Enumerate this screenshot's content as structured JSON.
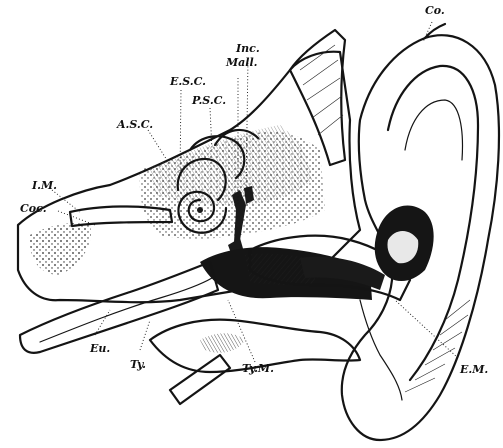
{
  "labels": {
    "co": "Co.",
    "inc": "Inc.",
    "mall": "Mall.",
    "esc": "E.S.C.",
    "psc": "P.S.C.",
    "asc": "A.S.C.",
    "im": "I.M.",
    "coc": "Coc.",
    "eu": "Eu.",
    "ty": "Ty.",
    "tym": "Ty.M.",
    "em": "E.M."
  },
  "colors": {
    "ink": "#141414",
    "paper": "#ffffff"
  }
}
